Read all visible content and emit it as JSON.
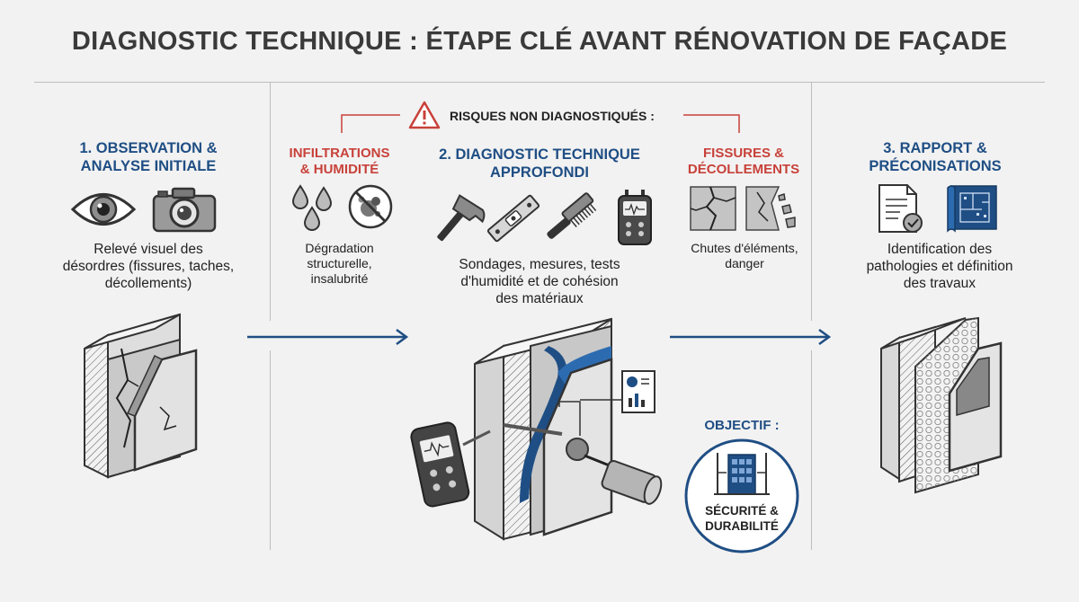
{
  "title": "DIAGNOSTIC TECHNIQUE : ÉTAPE CLÉ AVANT RÉNOVATION DE FAÇADE",
  "risk_banner": "RISQUES NON DIAGNOSTIQUÉS :",
  "steps": [
    {
      "line1": "1. OBSERVATION &",
      "line2": "ANALYSE INITIALE",
      "desc": [
        "Relevé visuel des",
        "désordres (fissures, taches,",
        "décollements)"
      ]
    },
    {
      "line1": "2. DIAGNOSTIC TECHNIQUE",
      "line2": "APPROFONDI",
      "desc": [
        "Sondages, mesures, tests",
        "d'humidité et de cohésion",
        "des matériaux"
      ]
    },
    {
      "line1": "3. RAPPORT &",
      "line2": "PRÉCONISATIONS",
      "desc": [
        "Identification des",
        "pathologies et définition",
        "des travaux"
      ]
    }
  ],
  "risks": [
    {
      "line1": "INFILTRATIONS",
      "line2": "& HUMIDITÉ",
      "desc": [
        "Dégradation",
        "structurelle,",
        "insalubrité"
      ]
    },
    {
      "line1": "FISSURES &",
      "line2": "DÉCOLLEMENTS",
      "desc": [
        "Chutes d'éléments,",
        "danger"
      ]
    }
  ],
  "objective": {
    "label": "OBJECTIF :",
    "line1": "SÉCURITÉ &",
    "line2": "DURABILITÉ"
  },
  "colors": {
    "blue": "#1f4e84",
    "red": "#c8413a",
    "dark": "#3a3a3a"
  }
}
